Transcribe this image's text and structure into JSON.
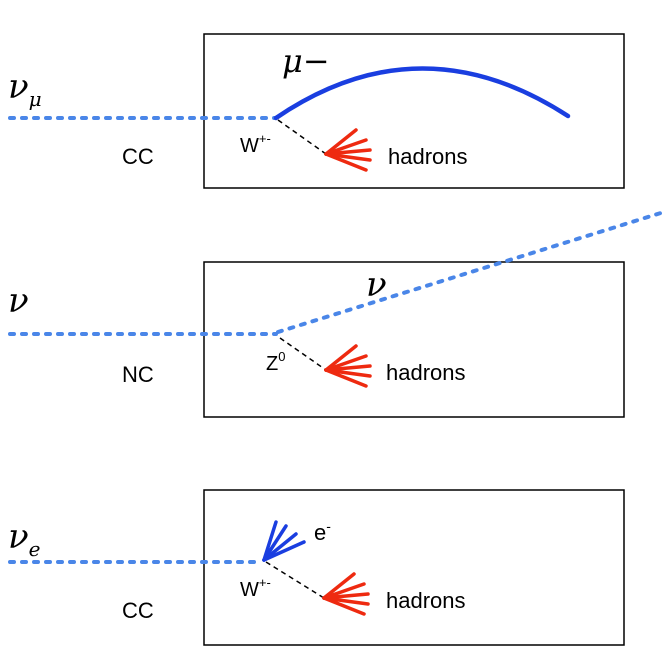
{
  "colors": {
    "neutrino": "#4a86e8",
    "muon": "#1a3ee0",
    "electron": "#1a3ee0",
    "hadrons": "#ee2a10",
    "boson": "#000000",
    "box": "#000000"
  },
  "panels": [
    {
      "id": "cc-muon",
      "incoming": "ν",
      "incoming_sub": "μ",
      "interaction": "CC",
      "boson": "W",
      "boson_sup": "+-",
      "lepton": "μ−",
      "hadrons": "hadrons"
    },
    {
      "id": "nc",
      "incoming": "ν",
      "incoming_sub": "",
      "interaction": "NC",
      "boson": "Z",
      "boson_sup": "0",
      "lepton": "ν",
      "hadrons": "hadrons"
    },
    {
      "id": "cc-electron",
      "incoming": "ν",
      "incoming_sub": "e",
      "interaction": "CC",
      "boson": "W",
      "boson_sup": "+-",
      "lepton": "e",
      "lepton_sup": "-",
      "hadrons": "hadrons"
    }
  ]
}
